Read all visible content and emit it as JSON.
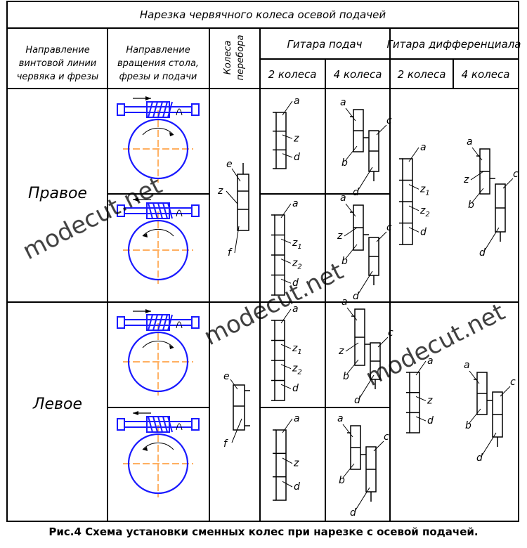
{
  "table": {
    "title": "Нарезка червячного колеса осевой подачей",
    "headers": {
      "col1": [
        "Направление",
        "винтовой линии",
        "червяка и фрезы"
      ],
      "col2": [
        "Направление",
        "вращения стола,",
        "фрезы и подачи"
      ],
      "col3": [
        "Колеса",
        "перебора"
      ],
      "group_feed": "Гитара подач",
      "group_diff": "Гитара дифференциала",
      "sub_2": "2 колеса",
      "sub_4": "4 колеса"
    },
    "rows": [
      {
        "label": "Правое"
      },
      {
        "label": "Левое"
      }
    ]
  },
  "gear_labels": {
    "a": "a",
    "b": "b",
    "c": "c",
    "d": "d",
    "e": "e",
    "f": "f",
    "z": "z",
    "z1": "z",
    "z1_sub": "1",
    "z2": "z",
    "z2_sub": "2"
  },
  "colors": {
    "line": "#000000",
    "cutter": "#1a1aff",
    "axis": "#ff7f00"
  },
  "watermark": "modecut.net",
  "caption": "Рис.4 Схема установки сменных колес при нарезке с осевой подачей."
}
